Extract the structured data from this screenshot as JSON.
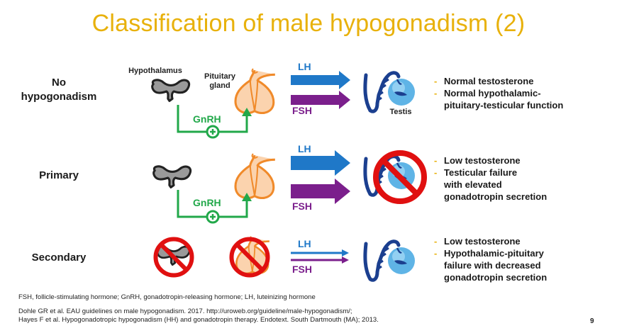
{
  "title": "Classification of male hypogonadism (2)",
  "labels": {
    "hypothalamus": "Hypothalamus",
    "pituitary_line1": "Pituitary",
    "pituitary_line2": "gland",
    "testis": "Testis",
    "gnrh": "GnRH",
    "lh": "LH",
    "fsh": "FSH"
  },
  "rows": [
    {
      "label_line1": "No",
      "label_line2": "hypogonadism",
      "bullets": [
        "Normal testosterone",
        "Normal hypothalamic-"
      ],
      "bullet_cont": "pituitary-testicular function"
    },
    {
      "label_line1": "Primary",
      "bullets": [
        "Low testosterone",
        "Testicular failure"
      ],
      "bullet_cont1": "with elevated",
      "bullet_cont2": "gonadotropin secretion"
    },
    {
      "label_line1": "Secondary",
      "bullets": [
        "Low testosterone",
        "Hypothalamic-pituitary"
      ],
      "bullet_cont1": "failure with decreased",
      "bullet_cont2": "gonadotropin secretion"
    }
  ],
  "footer": {
    "abbreviations": "FSH, follicle-stimulating hormone; GnRH, gonadotropin-releasing hormone; LH, luteinizing hormone",
    "ref1": "Dohle GR et al. EAU guidelines on male hypogonadism. 2017. http://uroweb.org/guideline/male-hypogonadism/;",
    "ref2": "Hayes F et al. Hypogonadotropic hypogonadism (HH) and gonadotropin therapy. Endotext. South Dartmouth (MA); 2013.",
    "page": "9"
  },
  "colors": {
    "title": "#e8b10b",
    "lh": "#1f78c8",
    "fsh": "#7b1f8c",
    "gnrh": "#22a84a",
    "pituitary": "#f08a2a",
    "prohibition": "#e01010"
  }
}
